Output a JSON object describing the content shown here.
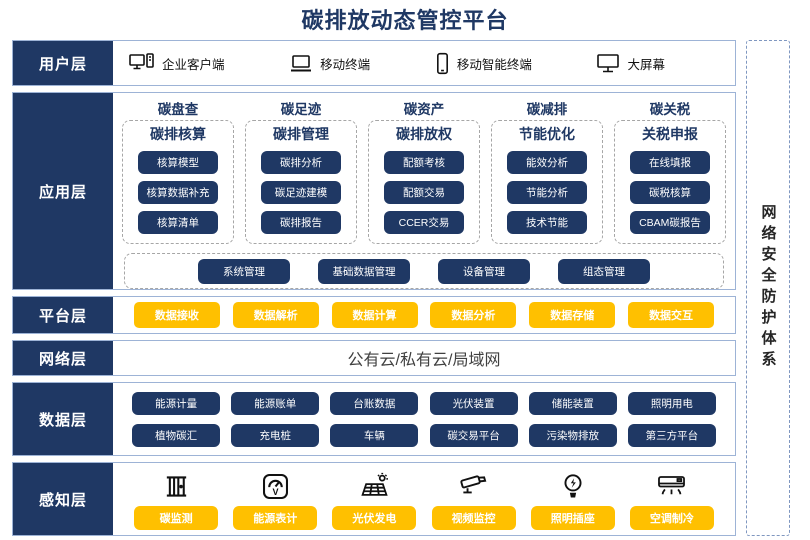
{
  "title": "碳排放动态管控平台",
  "colors": {
    "navy": "#1f3864",
    "yellow": "#ffc000",
    "section_border": "#9db3d6",
    "dashed": "#a6a6a6"
  },
  "security_sidebar": {
    "label": "网络安全防护体系"
  },
  "layers": {
    "user": {
      "label": "用户层",
      "items": [
        {
          "icon": "desktop-pc-icon",
          "label": "企业客户端"
        },
        {
          "icon": "laptop-icon",
          "label": "移动终端"
        },
        {
          "icon": "smartphone-icon",
          "label": "移动智能终端"
        },
        {
          "icon": "big-screen-icon",
          "label": "大屏幕"
        }
      ]
    },
    "app": {
      "label": "应用层",
      "columns": [
        {
          "category": "碳盘查",
          "module": "碳排核算",
          "items": [
            "核算模型",
            "核算数据补充",
            "核算清单"
          ]
        },
        {
          "category": "碳足迹",
          "module": "碳排管理",
          "items": [
            "碳排分析",
            "碳足迹建模",
            "碳排报告"
          ]
        },
        {
          "category": "碳资产",
          "module": "碳排放权",
          "items": [
            "配额考核",
            "配额交易",
            "CCER交易"
          ]
        },
        {
          "category": "碳减排",
          "module": "节能优化",
          "items": [
            "能效分析",
            "节能分析",
            "技术节能"
          ]
        },
        {
          "category": "碳关税",
          "module": "关税申报",
          "items": [
            "在线填报",
            "碳税核算",
            "CBAM碳报告"
          ]
        }
      ],
      "common_modules": [
        "系统管理",
        "基础数据管理",
        "设备管理",
        "组态管理"
      ]
    },
    "platform": {
      "label": "平台层",
      "items": [
        "数据接收",
        "数据解析",
        "数据计算",
        "数据分析",
        "数据存储",
        "数据交互"
      ]
    },
    "network": {
      "label": "网络层",
      "text": "公有云/私有云/局域网"
    },
    "data": {
      "label": "数据层",
      "rows": [
        [
          "能源计量",
          "能源账单",
          "台账数据",
          "光伏装置",
          "储能装置",
          "照明用电"
        ],
        [
          "植物碳汇",
          "充电桩",
          "车辆",
          "碳交易平台",
          "污染物排放",
          "第三方平台"
        ]
      ]
    },
    "perception": {
      "label": "感知层",
      "items": [
        {
          "icon": "carbon-monitor-icon",
          "label": "碳监测"
        },
        {
          "icon": "energy-meter-icon",
          "label": "能源表计"
        },
        {
          "icon": "solar-panel-icon",
          "label": "光伏发电"
        },
        {
          "icon": "cctv-camera-icon",
          "label": "视频监控"
        },
        {
          "icon": "light-bulb-icon",
          "label": "照明插座"
        },
        {
          "icon": "air-conditioner-icon",
          "label": "空调制冷"
        }
      ]
    }
  }
}
